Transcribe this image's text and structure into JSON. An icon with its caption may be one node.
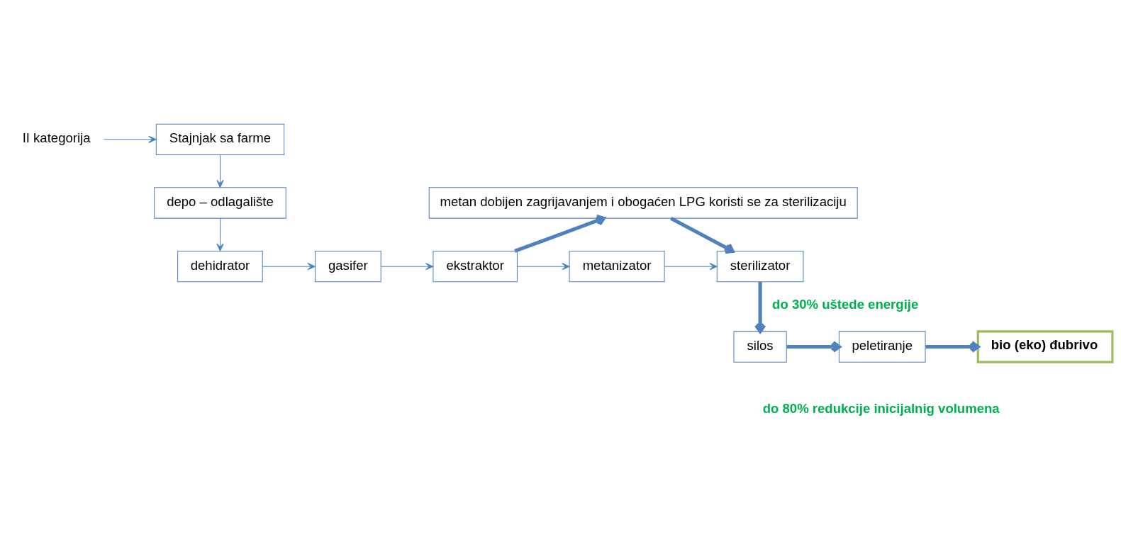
{
  "diagram": {
    "nodes": [
      {
        "text": [
          "Stajnjak sa farme"
        ]
      },
      {
        "text": [
          "II kategorija"
        ]
      },
      {
        "text": [
          "depo – odlagalište"
        ]
      },
      {
        "text": [
          "dehidrator"
        ]
      },
      {
        "text": [
          "gasifer"
        ]
      },
      {
        "text": [
          "ekstraktor"
        ]
      },
      {
        "text": [
          "metan dobijen zagrijavanjem i obogaćen LPG koristi se za sterilizaciju"
        ]
      },
      {
        "text": [
          "metanizator"
        ]
      },
      {
        "text": [
          "sterilizator"
        ]
      },
      {
        "text": [
          "silos"
        ]
      },
      {
        "text": [
          "peletiranje"
        ]
      },
      {
        "text": [
          "bio (eko) đubrivo"
        ]
      }
    ],
    "edges": [
      {
        "from": 1,
        "to": 0,
        "arrow": "to"
      },
      {
        "from": 0,
        "to": 2,
        "arrow": "to"
      },
      {
        "from": 2,
        "to": 3,
        "arrow": "to"
      },
      {
        "from": 3,
        "to": 4,
        "arrow": "to"
      },
      {
        "from": 4,
        "to": 5,
        "arrow": "to"
      },
      {
        "from": 5,
        "to": 6,
        "arrow": "to",
        "style": "thick"
      },
      {
        "from": 6,
        "to": 8,
        "arrow": "to",
        "style": "thick"
      },
      {
        "from": 5,
        "to": 7,
        "arrow": "to"
      },
      {
        "from": 7,
        "to": 8,
        "arrow": "to"
      },
      {
        "from": 8,
        "to": 9,
        "arrow": "to",
        "style": "thick",
        "label": "do 30% uštede energije"
      },
      {
        "from": 9,
        "to": 10,
        "arrow": "to",
        "style": "thick"
      },
      {
        "from": 10,
        "to": 11,
        "arrow": "to",
        "style": "thick"
      }
    ],
    "labels": [
      "do 80% redukcije inicijalnig volumena"
    ]
  }
}
